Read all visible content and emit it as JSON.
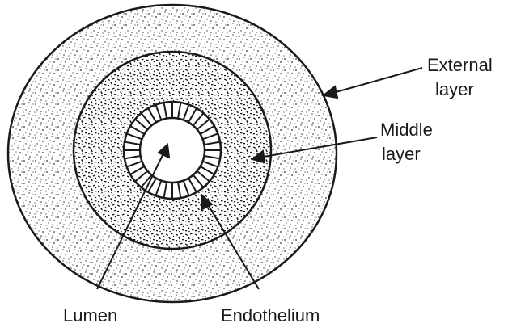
{
  "diagram": {
    "labels": {
      "external_line1": "External",
      "external_line2": "layer",
      "middle_line1": "Middle",
      "middle_line2": "layer",
      "lumen": "Lumen",
      "endothelium": "Endothelium"
    },
    "colors": {
      "ink": "#1a1a1a",
      "background": "#ffffff"
    }
  }
}
